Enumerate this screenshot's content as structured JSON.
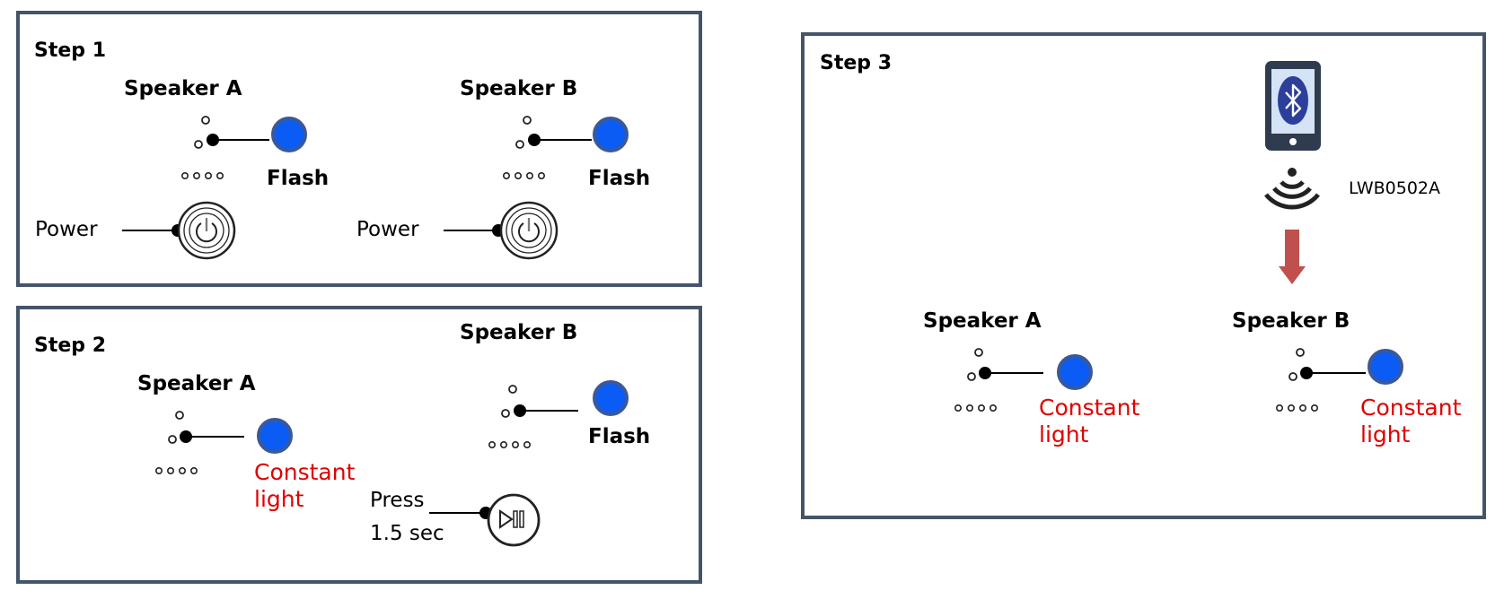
{
  "step1": {
    "title": "Step 1",
    "speaker_a": {
      "name": "Speaker A",
      "state": "Flash",
      "button": "Power"
    },
    "speaker_b": {
      "name": "Speaker B",
      "state": "Flash",
      "button": "Power"
    }
  },
  "step2": {
    "title": "Step 2",
    "speaker_a": {
      "name": "Speaker A",
      "state_line1": "Constant",
      "state_line2": "light"
    },
    "speaker_b": {
      "name": "Speaker B",
      "state": "Flash",
      "press_line1": "Press",
      "press_line2": "1.5 sec"
    }
  },
  "step3": {
    "title": "Step 3",
    "device_name": "LWB0502A",
    "speaker_a": {
      "name": "Speaker A",
      "state_line1": "Constant",
      "state_line2": "light"
    },
    "speaker_b": {
      "name": "Speaker B",
      "state_line1": "Constant",
      "state_line2": "light"
    }
  },
  "colors": {
    "panel_border": "#44546a",
    "led_blue": "#0a5cf5",
    "led_ring": "#3b5998",
    "constant_text": "#e00000",
    "arrow": "#c0504d",
    "phone": "#2f3b4e"
  },
  "icons": [
    "led-icon",
    "power-button-icon",
    "play-pause-button-icon",
    "phone-icon",
    "bluetooth-icon",
    "wireless-signal-icon",
    "down-arrow-icon"
  ]
}
